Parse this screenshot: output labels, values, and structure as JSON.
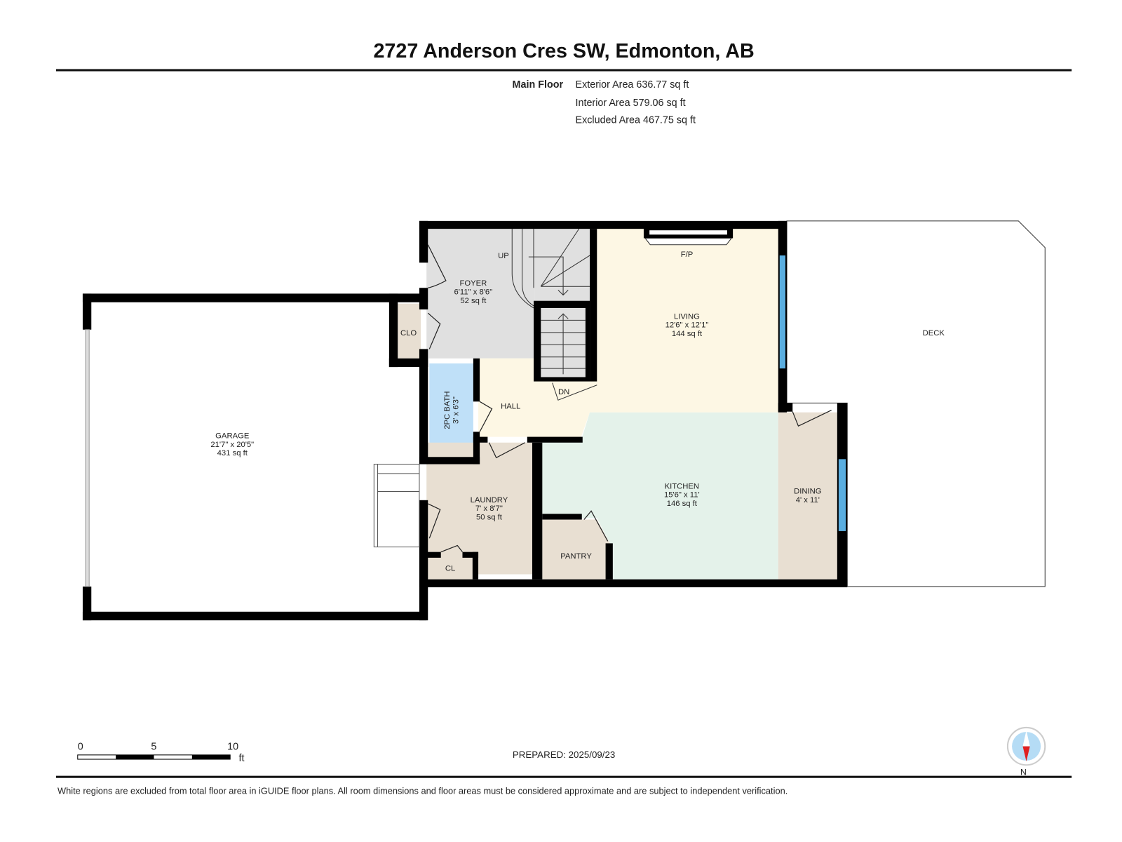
{
  "title": "2727 Anderson Cres SW, Edmonton, AB",
  "summary": {
    "floor_label": "Main Floor",
    "exterior_area": "Exterior Area 636.77 sq ft",
    "interior_area": "Interior Area 579.06 sq ft",
    "excluded_area": "Excluded Area 467.75 sq ft"
  },
  "rooms": {
    "garage": {
      "name": "GARAGE",
      "dims": "21'7\" x 20'5\"",
      "area": "431 sq ft"
    },
    "foyer": {
      "name": "FOYER",
      "dims": "6'11\" x 8'6\"",
      "area": "52 sq ft"
    },
    "living": {
      "name": "LIVING",
      "dims": "12'6\" x 12'1\"",
      "area": "144 sq ft"
    },
    "kitchen": {
      "name": "KITCHEN",
      "dims": "15'6\" x 11'",
      "area": "146 sq ft"
    },
    "laundry": {
      "name": "LAUNDRY",
      "dims": "7' x 8'7\"",
      "area": "50 sq ft"
    },
    "dining": {
      "name": "DINING",
      "dims": "4' x 11'"
    },
    "bath": {
      "name": "2PC BATH",
      "dims": "3' x 6'3\""
    },
    "hall": {
      "name": "HALL"
    },
    "pantry": {
      "name": "PANTRY"
    },
    "clo": {
      "name": "CLO"
    },
    "cl": {
      "name": "CL"
    },
    "deck": {
      "name": "DECK"
    },
    "fp": "F/P",
    "up": "UP",
    "dn": "DN"
  },
  "scale": {
    "t0": "0",
    "t5": "5",
    "t10": "10",
    "unit": "ft"
  },
  "prepared": "PREPARED: 2025/09/23",
  "compass_label": "N",
  "disclaimer": "White regions are excluded from total floor area in iGUIDE floor plans. All room dimensions and floor areas must be considered approximate and are subject to independent verification.",
  "colors": {
    "foyer": "#e0e0e0",
    "living": "#fdf7e4",
    "kitchen": "#e4f2ea",
    "beige": "#e8dfd2",
    "bath": "#bfe0f8",
    "window": "#5aaee0"
  }
}
